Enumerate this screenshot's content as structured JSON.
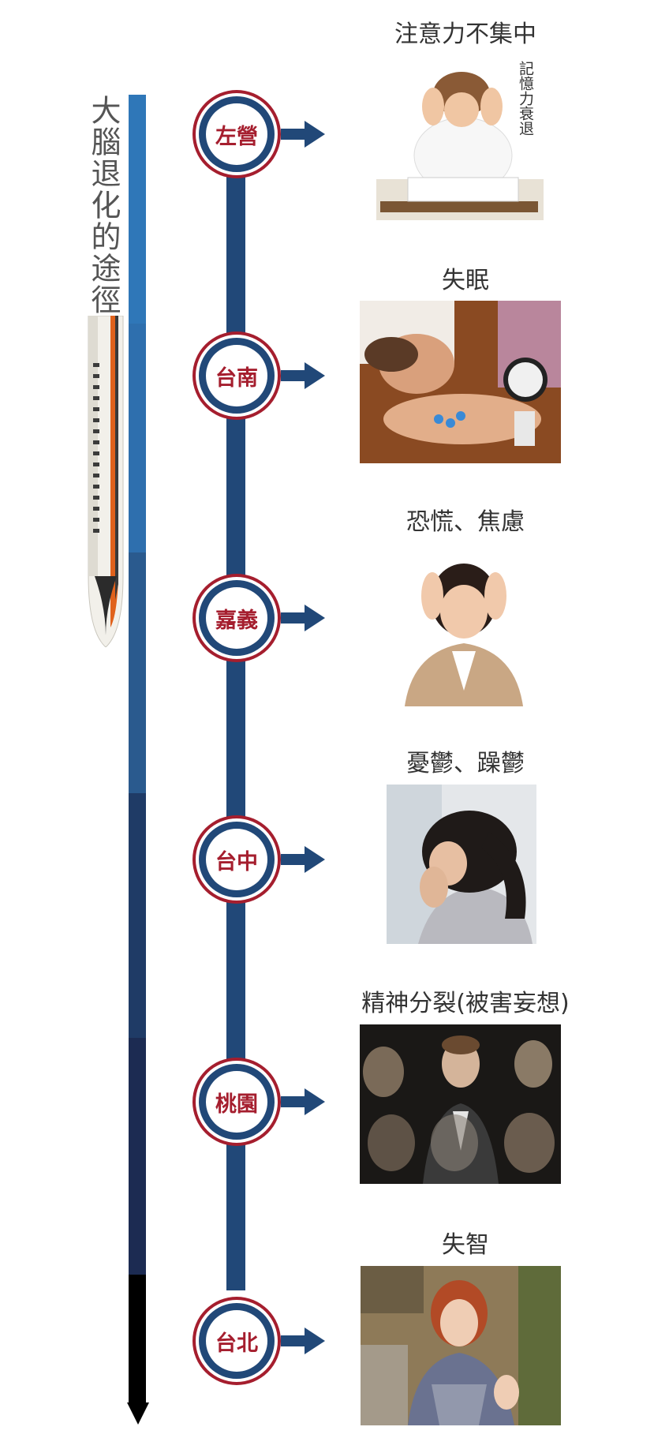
{
  "title": "大腦退化的途徑",
  "stations": [
    {
      "name": "左營",
      "symptom": "注意力不集中",
      "note": "記憶力衰退",
      "photo": "boy-stressed-head-in-hands-photo"
    },
    {
      "name": "台南",
      "symptom": "失眠",
      "photo": "man-sleepless-pills-clock-photo"
    },
    {
      "name": "嘉義",
      "symptom": "恐慌、焦慮",
      "photo": "woman-headache-anxiety-photo"
    },
    {
      "name": "台中",
      "symptom": "憂鬱、躁鬱",
      "photo": "woman-crying-depression-photo"
    },
    {
      "name": "桃園",
      "symptom": "精神分裂(被害妄想)",
      "photo": "man-schizophrenia-multiple-faces-photo"
    },
    {
      "name": "台北",
      "symptom": "失智",
      "photo": "woman-dementia-confused-photo"
    }
  ],
  "icons": {
    "train": "high-speed-rail-train-icon",
    "arrow": "arrow-right-icon",
    "timeline_arrow": "arrow-down-icon"
  },
  "colors": {
    "navy": "#214878",
    "red": "#a51e2e",
    "blue_light": "#2f77b8",
    "blue_mid": "#2a5a8e",
    "blue_dark": "#1f3b66",
    "navy_dark": "#1c2b52",
    "black": "#000000"
  }
}
